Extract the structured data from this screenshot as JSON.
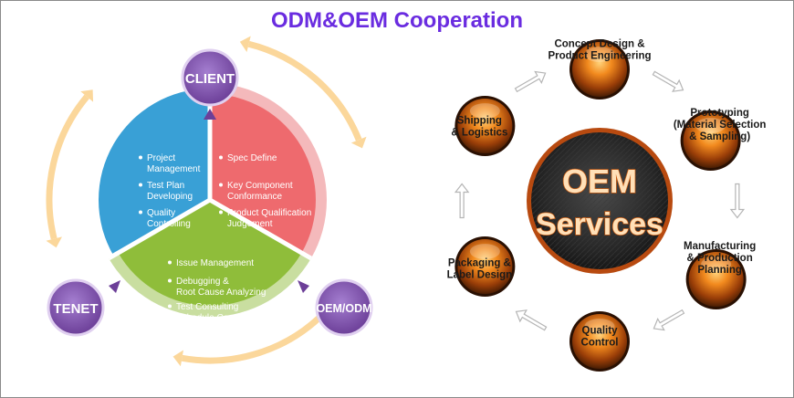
{
  "title": "ODM&OEM Cooperation",
  "cycle": {
    "nodes": {
      "client": "CLIENT",
      "tenet": "TENET",
      "oem_odm": "OEM/ODM"
    },
    "segments": {
      "blue": [
        [
          "Project",
          "Management"
        ],
        [
          "Test Plan",
          "Developing"
        ],
        [
          "Quality",
          "Controlling"
        ]
      ],
      "red": [
        [
          "Spec Define"
        ],
        [
          "Key Component",
          "Conformance"
        ],
        [
          "Product Qualification",
          "Judgement"
        ]
      ],
      "green": [
        [
          "Issue Management"
        ],
        [
          "Debugging &",
          "Root Cause Analyzing"
        ],
        [
          "Test Consulting",
          "Schedule Controlling"
        ]
      ]
    },
    "colors": {
      "node": "#8a5ab4",
      "blue": "#39a0d6",
      "red": "#ee6a6e",
      "green": "#8fbd3a",
      "arrow": "#fbd79b"
    }
  },
  "services": {
    "center": [
      "OEM",
      "Services"
    ],
    "steps": [
      {
        "lines": [
          "Concept Design &",
          "Product Engineering"
        ]
      },
      {
        "lines": [
          "Prototyping",
          "(Material Selection",
          "& Sampling)"
        ]
      },
      {
        "lines": [
          "Manufacturing",
          "& Production",
          "Planning"
        ]
      },
      {
        "lines": [
          "Quality",
          "Control"
        ]
      },
      {
        "lines": [
          "Packaging &",
          "Label Design"
        ]
      },
      {
        "lines": [
          "Shipping",
          "& Logistics"
        ]
      }
    ],
    "colors": {
      "ball_outer": "#5a2808",
      "ball_inner": "#f28a1e",
      "arrow": "#bdbdbd"
    }
  }
}
